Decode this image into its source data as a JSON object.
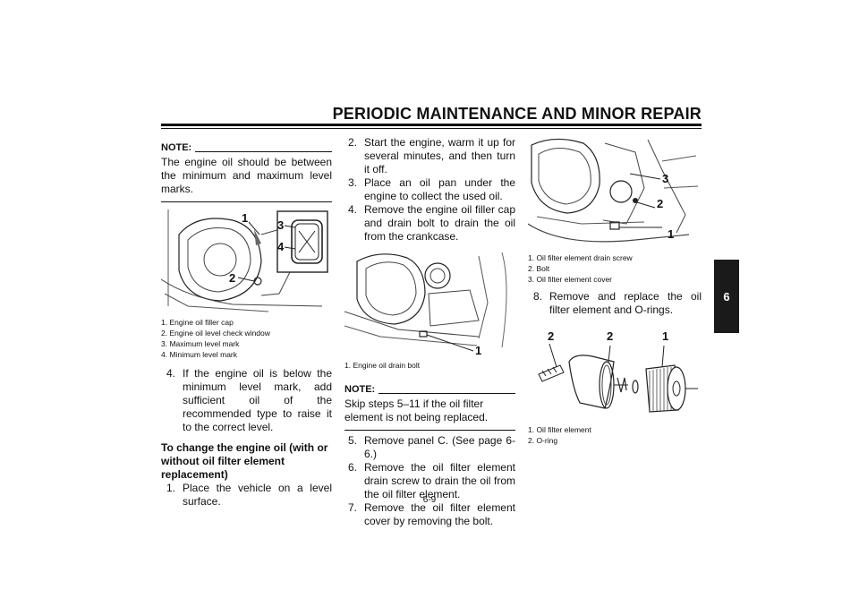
{
  "header": {
    "title": "PERIODIC MAINTENANCE AND MINOR REPAIR"
  },
  "side_tab": "6",
  "page_number": "6-9",
  "col1": {
    "note_label": "NOTE:",
    "note_text": "The engine oil should be between the minimum and maximum level marks.",
    "figure1": {
      "callouts": [
        "1",
        "2",
        "3",
        "4"
      ],
      "captions": [
        "1. Engine oil filler cap",
        "2. Engine oil level check window",
        "3. Maximum level mark",
        "4. Minimum level mark"
      ]
    },
    "step4": {
      "num": "4.",
      "text": "If the engine oil is below the minimum level mark, add sufficient oil of the recommended type to raise it to the correct level."
    },
    "heading": "To change the engine oil (with or without oil filter element replacement)",
    "step1": {
      "num": "1.",
      "text": "Place the vehicle on a level surface."
    }
  },
  "col2": {
    "steps_a": [
      {
        "num": "2.",
        "text": "Start the engine, warm it up for several minutes, and then turn it off."
      },
      {
        "num": "3.",
        "text": "Place an oil pan under the engine to collect the used oil."
      },
      {
        "num": "4.",
        "text": "Remove the engine oil filler cap and drain bolt to drain the oil from the crankcase."
      }
    ],
    "figure2": {
      "callouts": [
        "1"
      ],
      "captions": [
        "1. Engine oil drain bolt"
      ]
    },
    "note_label": "NOTE:",
    "note_text": "Skip steps 5–11 if the oil filter element is not being replaced.",
    "steps_b": [
      {
        "num": "5.",
        "text": "Remove panel C. (See page 6-6.)"
      },
      {
        "num": "6.",
        "text": "Remove the oil filter element drain screw to drain the oil from the oil filter element."
      },
      {
        "num": "7.",
        "text": "Remove the oil filter element cover by removing the bolt."
      }
    ]
  },
  "col3": {
    "figure3": {
      "callouts": [
        "1",
        "2",
        "3"
      ],
      "captions": [
        "1. Oil filter element drain screw",
        "2. Bolt",
        "3. Oil filter element cover"
      ]
    },
    "step8": {
      "num": "8.",
      "text": "Remove and replace the oil filter element and O-rings."
    },
    "figure4": {
      "callouts": [
        "2",
        "2",
        "1"
      ],
      "captions": [
        "1. Oil filter element",
        "2. O-ring"
      ]
    }
  }
}
